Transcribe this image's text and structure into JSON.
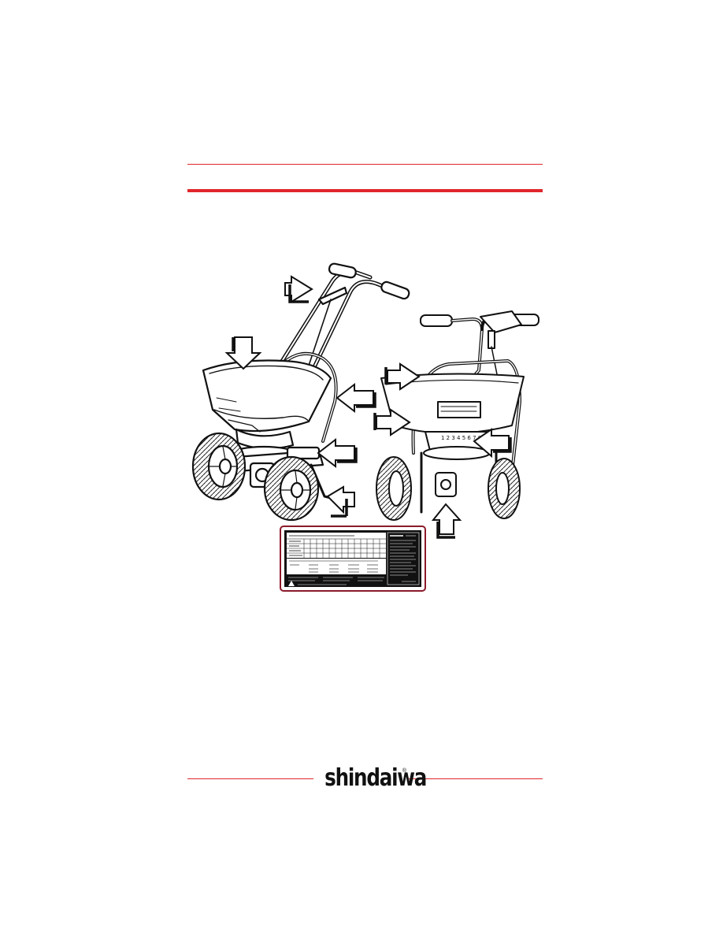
{
  "footer": {
    "brand_logo": "shindaiwa",
    "registered_mark": "®"
  },
  "colors": {
    "rule": "#e0262b",
    "label_border": "#8a1a2a",
    "line_art": "#111111"
  },
  "illustration": {
    "views": [
      "spreader-front-view",
      "spreader-rear-view"
    ],
    "callout_arrows": 9,
    "label_decal": "rate-setting-decal"
  }
}
